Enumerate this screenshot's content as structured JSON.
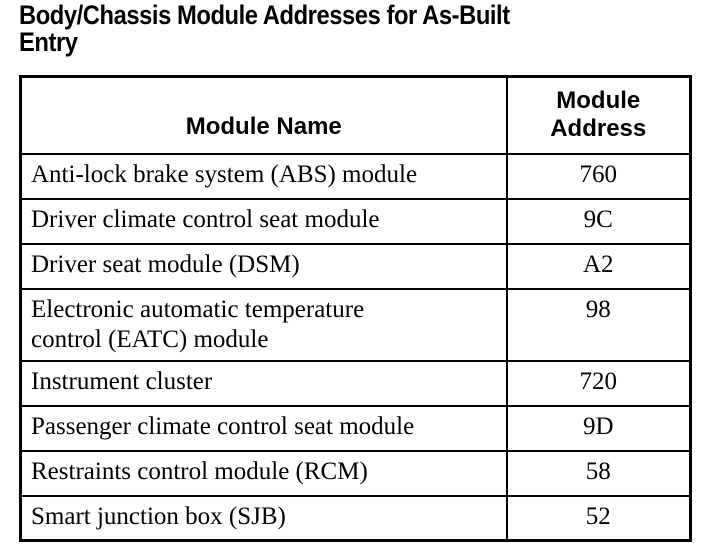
{
  "page": {
    "title_line1": "Body/Chassis Module Addresses for As-Built",
    "title_line2": "Entry"
  },
  "table": {
    "header": {
      "name": "Module Name",
      "address": "Module\nAddress"
    },
    "rows": [
      {
        "name": "Anti-lock brake system (ABS) module",
        "address": "760"
      },
      {
        "name": "Driver climate control seat module",
        "address": "9C"
      },
      {
        "name": "Driver seat module (DSM)",
        "address": "A2"
      },
      {
        "name": "Electronic automatic temperature\ncontrol (EATC) module",
        "address": "98"
      },
      {
        "name": "Instrument cluster",
        "address": "720"
      },
      {
        "name": "Passenger climate control seat module",
        "address": "9D"
      },
      {
        "name": "Restraints control module (RCM)",
        "address": "58"
      },
      {
        "name": "Smart junction box (SJB)",
        "address": "52"
      }
    ]
  },
  "colors": {
    "background": "#ffffff",
    "text": "#000000",
    "border": "#000000"
  }
}
